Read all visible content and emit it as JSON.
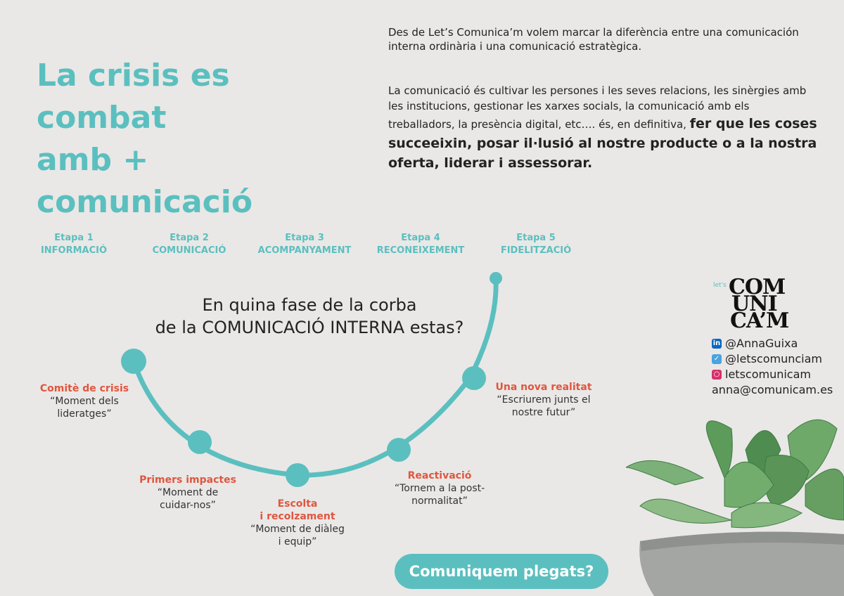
{
  "header": {
    "title_line1": "La crisis es combat",
    "title_line2": "amb + comunicació"
  },
  "intro": {
    "text": "Des de Let’s Comunica’m volem marcar la diferència entre una comunicación interna ordinària i una comunicació estratègica."
  },
  "paragraph": {
    "text": "La comunicació és cultivar les persones i les seves relacions, les sinèrgies amb les institucions, gestionar les xarxes socials, la comunicació amb els treballadors, la presència digital, etc…. és, en definitiva,",
    "bold_text": "fer que les coses succeeixin, posar il·lusió al nostre producte o a la nostra oferta, liderar i assessorar."
  },
  "stages": [
    {
      "etapa": "Etapa 1",
      "name": "INFORMACIÓ"
    },
    {
      "etapa": "Etapa 2",
      "name": "COMUNICACIÓ"
    },
    {
      "etapa": "Etapa 3",
      "name": "ACOMPANYAMENT"
    },
    {
      "etapa": "Etapa 4",
      "name": "RECONEIXEMENT"
    },
    {
      "etapa": "Etapa 5",
      "name": "FIDELITZACIÓ"
    }
  ],
  "question": {
    "line1": "En quina fase de la corba",
    "line2": "de la COMUNICACIÓ INTERNA estas?"
  },
  "phases": [
    {
      "title": "Comitè de crisis",
      "line1": "“Moment dels",
      "line2": "lideratges”"
    },
    {
      "title": "Primers impactes",
      "line1": "“Moment de",
      "line2": "cuidar-nos”"
    },
    {
      "title_line1": "Escolta",
      "title_line2": "i recolzament",
      "line1": "“Moment de diàleg",
      "line2": "i equip”"
    },
    {
      "title": "Reactivació",
      "line1": "“Tornem a la post-",
      "line2": "normalitat”"
    },
    {
      "title": "Una nova realitat",
      "line1": "“Escriurem junts el",
      "line2": "nostre futur”"
    }
  ],
  "colors": {
    "accent": "#5bbfbf",
    "highlight": "#e0563f",
    "background": "#e9e8e6"
  },
  "logo": {
    "lets": "let's",
    "line1": "COM",
    "line2": "UNI",
    "line3": "CA’M"
  },
  "contacts": [
    {
      "icon": "linkedin-icon",
      "text": "@AnnaGuixa"
    },
    {
      "icon": "twitter-icon",
      "text": "@letscomunciam"
    },
    {
      "icon": "instagram-icon",
      "text": "letscomunicam"
    },
    {
      "icon": "",
      "text": "anna@comunicam.es"
    }
  ],
  "cta": {
    "label": "Comuniquem plegats?"
  }
}
